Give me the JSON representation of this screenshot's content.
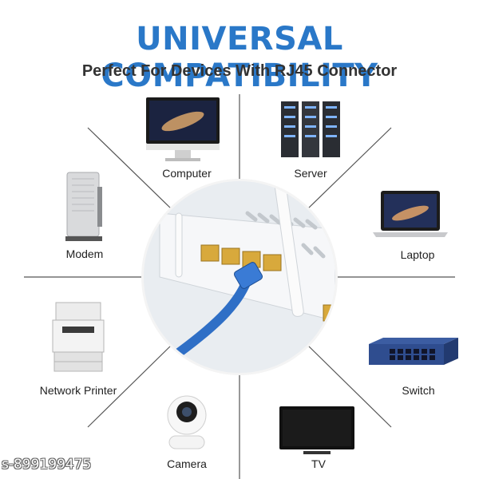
{
  "header": {
    "title": "UNIVERSAL COMPATIBILITY",
    "subtitle": "Perfect For Devices With RJ45 Connector"
  },
  "devices": {
    "computer": "Computer",
    "server": "Server",
    "modem": "Modem",
    "laptop": "Laptop",
    "network_printer": "Network Printer",
    "switch": "Switch",
    "camera": "Camera",
    "tv": "TV"
  },
  "watermark": "s-899199475",
  "colors": {
    "title": "#2a78c8",
    "cable": "#2f6fc6",
    "port": "#d8a93c"
  }
}
